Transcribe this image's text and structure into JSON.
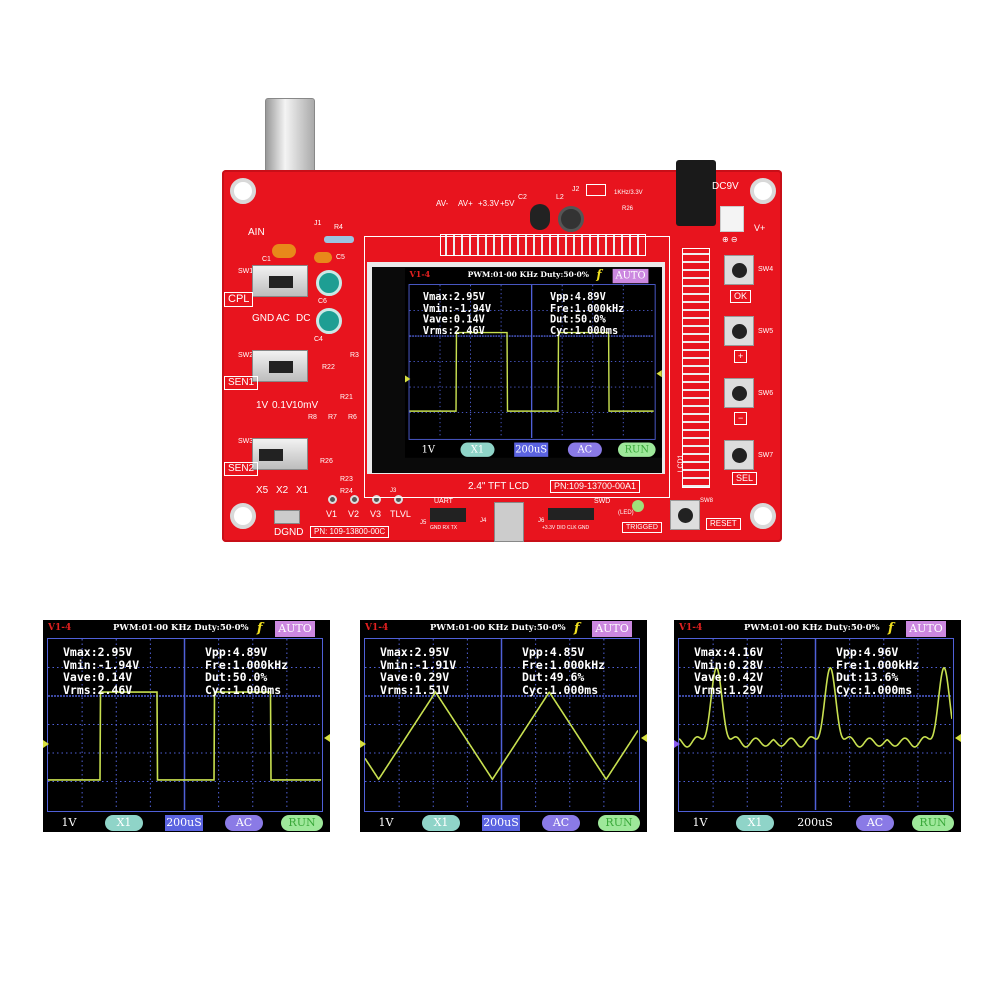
{
  "board": {
    "labels": {
      "ain": "AIN",
      "j1": "J1",
      "r4": "R4",
      "c1": "C1",
      "c5": "C5",
      "c6": "C6",
      "c4": "C4",
      "r3": "R3",
      "sw1": "SW1",
      "cpl": "CPL",
      "gnd": "GND",
      "ac": "AC",
      "dc": "DC",
      "sw2": "SW2",
      "sen1": "SEN1",
      "v1v": "1V",
      "v01v": "0.1V",
      "v10mv": "10mV",
      "r22": "R22",
      "r21": "R21",
      "r8": "R8",
      "r7": "R7",
      "r6": "R6",
      "sw3": "SW3",
      "sen2": "SEN2",
      "x5": "X5",
      "x2": "X2",
      "x1": "X1",
      "r26": "R26",
      "r23": "R23",
      "r24": "R24",
      "v1": "V1",
      "v2": "V2",
      "v3": "V3",
      "tlvl": "TLVL",
      "dgnd": "DGND",
      "pn_board": "PN: 109-13800-00C",
      "av_minus": "AV-",
      "av_plus": "AV+",
      "v33": "+3.3V",
      "v5": "+5V",
      "c2": "C2",
      "l2": "L2",
      "j2": "J2",
      "sq": "1KHz/3.3V",
      "dc9v": "DC9V",
      "vplus": "V+",
      "plus_minus": "⊕ ⊖",
      "sw4": "SW4",
      "ok": "OK",
      "sw5": "SW5",
      "plus": "+",
      "sw6": "SW6",
      "minus": "−",
      "sw7": "SW7",
      "sel": "SEL",
      "sw8": "SW8",
      "reset": "RESET",
      "trigged": "TRIGGED",
      "led": "(LED)",
      "lcd": "2.4\" TFT LCD",
      "pn_lcd": "PN:109-13700-00A1",
      "uart": "UART",
      "j5": "J5",
      "j5pins": "GND RX TX",
      "j4": "J4",
      "swd": "SWD",
      "j6": "J6",
      "j6pins": "+3.3V DIO CLK GND",
      "j3": "J3",
      "lcd1": "LCD1"
    }
  },
  "screens": [
    {
      "channel": "V1-4",
      "pwm": "PWM:01·00 KHz  Duty:50·0%",
      "trigger_icon": "f",
      "mode": "AUTO",
      "vmax": "Vmax:2.95V",
      "vmin": "Vmin:-1.94V",
      "vave": "Vave:0.14V",
      "vrms": "Vrms:2.46V",
      "vpp": "Vpp:4.89V",
      "fre": "Fre:1.000kHz",
      "dut": "Dut:50.0%",
      "cyc": "Cyc:1.000ms",
      "volt_div": "1V",
      "probe": "X1",
      "timebase": "200uS",
      "coupling": "AC",
      "run": "RUN",
      "timebase_highlight": true,
      "waveform": "square",
      "ground_marker_color": "#d8e040"
    },
    {
      "channel": "V1-4",
      "pwm": "PWM:01·00 KHz  Duty:50·0%",
      "trigger_icon": "f",
      "mode": "AUTO",
      "vmax": "Vmax:2.95V",
      "vmin": "Vmin:-1.91V",
      "vave": "Vave:0.29V",
      "vrms": "Vrms:1.51V",
      "vpp": "Vpp:4.85V",
      "fre": "Fre:1.000kHz",
      "dut": "Dut:49.6%",
      "cyc": "Cyc:1.000ms",
      "volt_div": "1V",
      "probe": "X1",
      "timebase": "200uS",
      "coupling": "AC",
      "run": "RUN",
      "timebase_highlight": true,
      "waveform": "triangle",
      "ground_marker_color": "#d8e040"
    },
    {
      "channel": "V1-4",
      "pwm": "PWM:01·00 KHz  Duty:50·0%",
      "trigger_icon": "f",
      "mode": "AUTO",
      "vmax": "Vmax:4.16V",
      "vmin": "Vmin:0.28V",
      "vave": "Vave:0.42V",
      "vrms": "Vrms:1.29V",
      "vpp": "Vpp:4.96V",
      "fre": "Fre:1.000kHz",
      "dut": "Dut:13.6%",
      "cyc": "Cyc:1.000ms",
      "volt_div": "1V",
      "probe": "X1",
      "timebase": "200uS",
      "coupling": "AC",
      "run": "RUN",
      "timebase_highlight": false,
      "waveform": "pulse",
      "ground_marker_color": "#8a5cf0"
    }
  ],
  "colors": {
    "board": "#e8141e",
    "trace": "#c8e050",
    "grid": "#5060d8",
    "auto": "#cc88e0",
    "probe_pill": "#8fd4c8",
    "timebase_box": "#5b63e0",
    "coupling_pill": "#8a7ae6",
    "run_pill": "#9ee89a"
  }
}
